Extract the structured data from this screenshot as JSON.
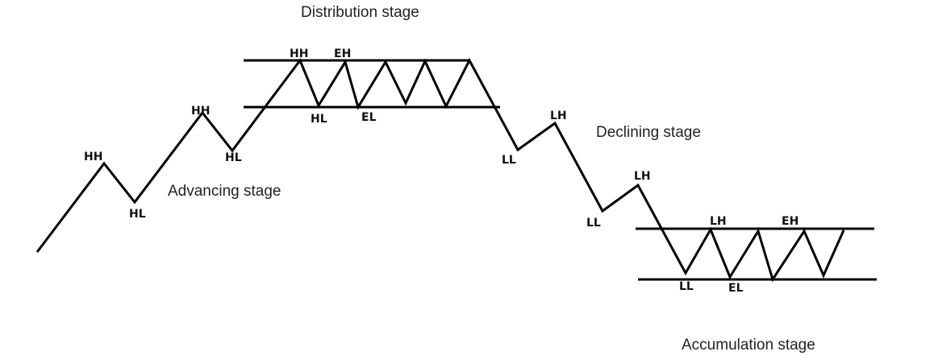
{
  "stages": {
    "distribution": "Distribution stage",
    "advancing": "Advancing stage",
    "declining": "Declining stage",
    "accumulation": "Accumulation stage"
  },
  "points": {
    "hh1": "HH",
    "hl1": "HL",
    "hh2": "HH",
    "hl2": "HL",
    "hh3": "HH",
    "eh1": "EH",
    "hl3": "HL",
    "el1": "EL",
    "ll1": "LL",
    "lh1": "LH",
    "lh2": "LH",
    "ll2": "LL",
    "lh3": "LH",
    "eh2": "EH",
    "ll3": "LL",
    "el2": "EL"
  },
  "colors": {
    "line": "#000000",
    "text": "#222222",
    "background": "#ffffff"
  }
}
